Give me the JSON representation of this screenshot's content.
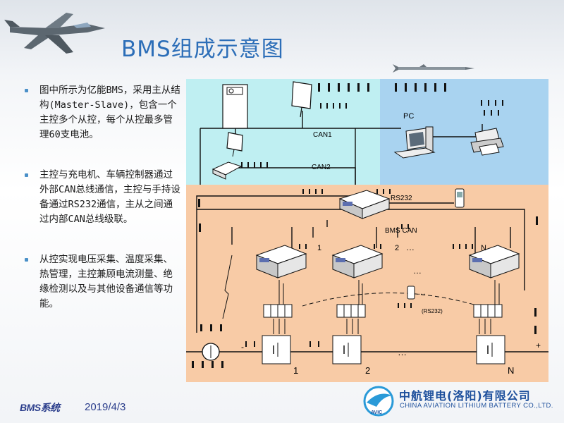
{
  "slide": {
    "title": "BMS组成示意图",
    "date": "2019/4/3",
    "footer_brand": "BMS系统",
    "bullets": [
      "图中所示为亿能BMS，采用主从结构(Master-Slave)，包含一个主控多个从控，每个从控最多管理60支电池。",
      "主控与充电机、车辆控制器通过外部CAN总线通信，主控与手持设备通过RS232通信，主从之间通过内部CAN总线级联。",
      "从控实现电压采集、温度采集、热管理，主控兼顾电流测量、绝缘检测以及与其他设备通信等功能。"
    ]
  },
  "logo": {
    "name_zh": "中航锂电(洛阳)有限公司",
    "name_en": "CHINA AVIATION LITHIUM BATTERY CO.,LTD.",
    "mark_text": "AVIC"
  },
  "diagram": {
    "can1": "CAN1",
    "can2": "CAN2",
    "rs232": "RS232",
    "pc": "PC",
    "bms_can": "BMS  CAN",
    "rs232_small": "(RS232)",
    "slave_1": "1",
    "slave_2": "2",
    "slave_n": "N",
    "slave_dots": "…",
    "batt_1": "1",
    "batt_2": "2",
    "batt_n": "N",
    "minus": "-",
    "plus": "+"
  },
  "colors": {
    "title_blue": "#2c6eb8",
    "zone_cyan": "#bfeff2",
    "zone_blue": "#a9d3f0",
    "zone_orange": "#f8cba6",
    "brand_blue": "#1d4f9c"
  }
}
